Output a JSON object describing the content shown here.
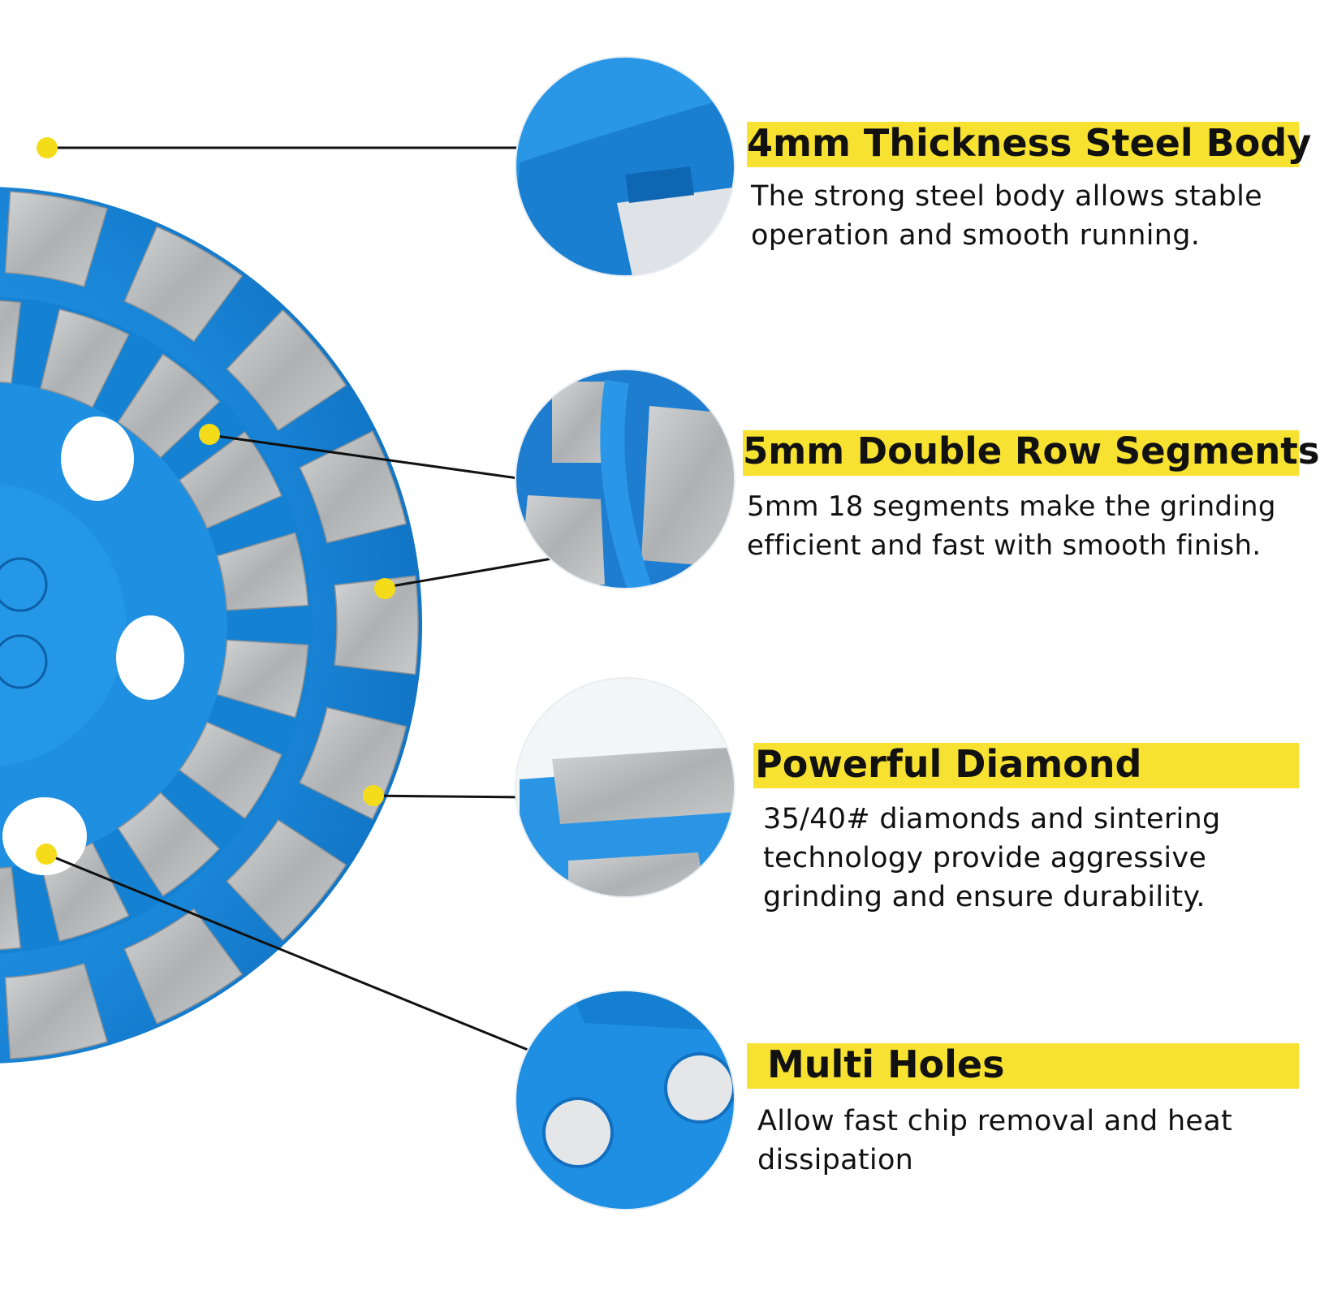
{
  "features": [
    {
      "title": "4mm Thickness Steel Body",
      "description_lines": [
        "The strong steel body allows stable",
        "operation and smooth running."
      ]
    },
    {
      "title": "5mm Double Row Segments",
      "description_lines": [
        "5mm 18 segments make the grinding",
        "efficient and fast with smooth finish."
      ]
    },
    {
      "title": "Powerful Diamond",
      "description_lines": [
        "35/40# diamonds and sintering",
        "technology provide aggressive",
        "grinding and ensure durability."
      ]
    },
    {
      "title": "Multi Holes",
      "description_lines": [
        "Allow fast chip removal and heat",
        "dissipation"
      ]
    }
  ],
  "colors": {
    "highlight": "#f7e131",
    "disc_blue": "#1d8fe0",
    "segment_gray": "#b5b7b8",
    "marker": "#f5dc1a"
  }
}
